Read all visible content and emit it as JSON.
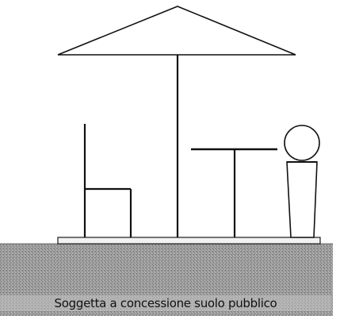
{
  "caption": "Soggetta a concessione suolo pubblico",
  "elements": {
    "umbrella": "umbrella",
    "chair": "chair",
    "table": "table",
    "planter": "planter",
    "platform": "platform",
    "ground": "ground"
  },
  "colors": {
    "line": "#111111",
    "ground_base": "#9a9a9a",
    "ground_dark": "#707070",
    "ground_light": "#bdbdbd",
    "background": "#ffffff"
  }
}
